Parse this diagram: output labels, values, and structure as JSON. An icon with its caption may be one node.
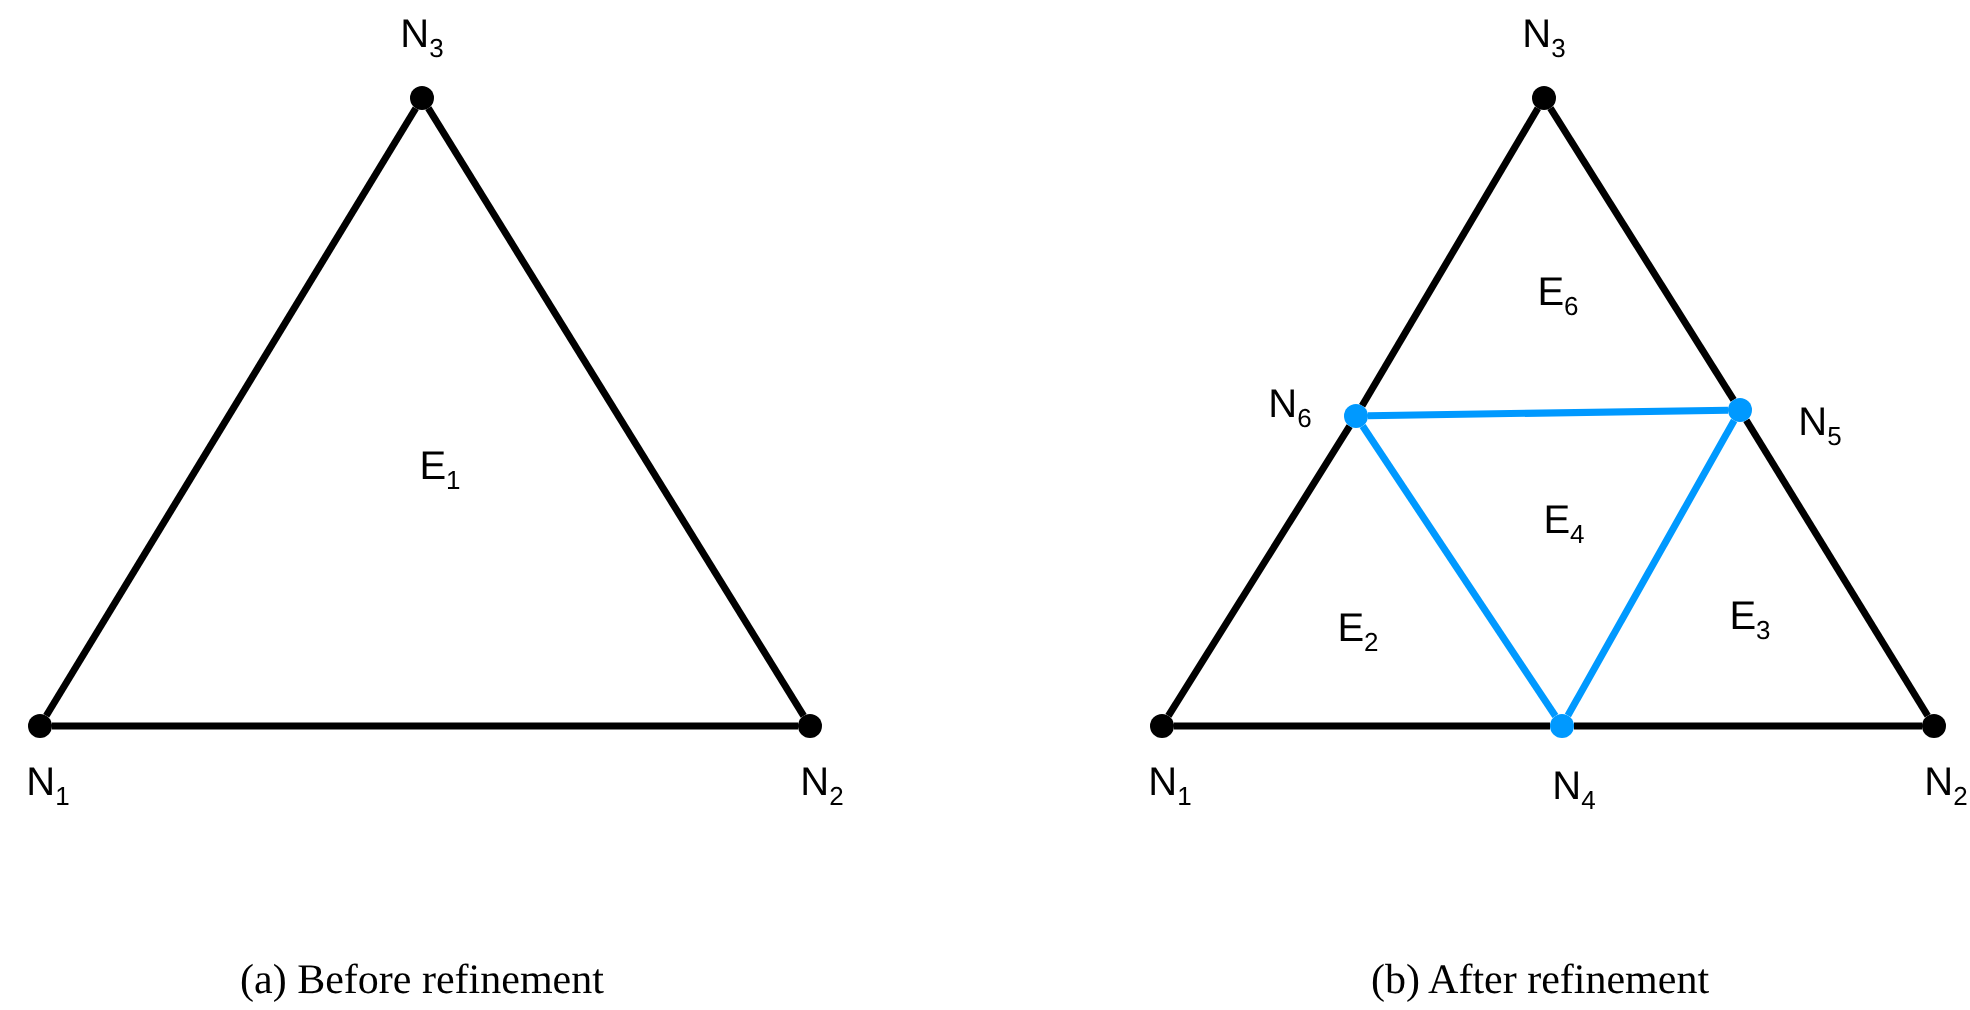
{
  "diagram": {
    "nodes": [
      {
        "text": [],
        "shape": "circle",
        "beside": [
          "N$_{3}$"
        ]
      },
      {
        "text": [],
        "shape": "circle",
        "beside": [
          "N$_{1}$"
        ]
      },
      {
        "text": [],
        "shape": "circle",
        "beside": [
          "N$_{2}$"
        ]
      },
      {
        "text": [],
        "shape": "circle",
        "beside": [
          "N$_{3}$"
        ]
      },
      {
        "text": [],
        "shape": "circle",
        "beside": [
          "N$_{6}$"
        ]
      },
      {
        "text": [],
        "shape": "circle",
        "beside": [
          "N$_{5}$"
        ]
      },
      {
        "text": [],
        "shape": "circle",
        "beside": [
          "N$_{1}$"
        ]
      },
      {
        "text": [],
        "shape": "circle",
        "beside": [
          "N$_{4}$"
        ]
      },
      {
        "text": [],
        "shape": "circle",
        "beside": [
          "N$_{2}$"
        ]
      }
    ],
    "edges": [
      {
        "from": 1,
        "to": 2,
        "arrow": "none"
      },
      {
        "from": 2,
        "to": 0,
        "arrow": "none"
      },
      {
        "from": 0,
        "to": 1,
        "arrow": "none"
      },
      {
        "from": 6,
        "to": 7,
        "arrow": "none"
      },
      {
        "from": 7,
        "to": 8,
        "arrow": "none"
      },
      {
        "from": 8,
        "to": 5,
        "arrow": "none"
      },
      {
        "from": 5,
        "to": 3,
        "arrow": "none"
      },
      {
        "from": 3,
        "to": 4,
        "arrow": "none"
      },
      {
        "from": 4,
        "to": 6,
        "arrow": "none"
      },
      {
        "from": 7,
        "to": 5,
        "arrow": "none",
        "color": "#0099ff"
      },
      {
        "from": 5,
        "to": 4,
        "arrow": "none",
        "color": "#0099ff"
      },
      {
        "from": 4,
        "to": 7,
        "arrow": "none",
        "color": "#0099ff"
      }
    ],
    "labels": [
      "E$_{1}$",
      "E$_{6}$",
      "E$_{4}$",
      "E$_{2}$",
      "E$_{3}$",
      "(a) Before refinement",
      "(b) After refinement"
    ]
  }
}
